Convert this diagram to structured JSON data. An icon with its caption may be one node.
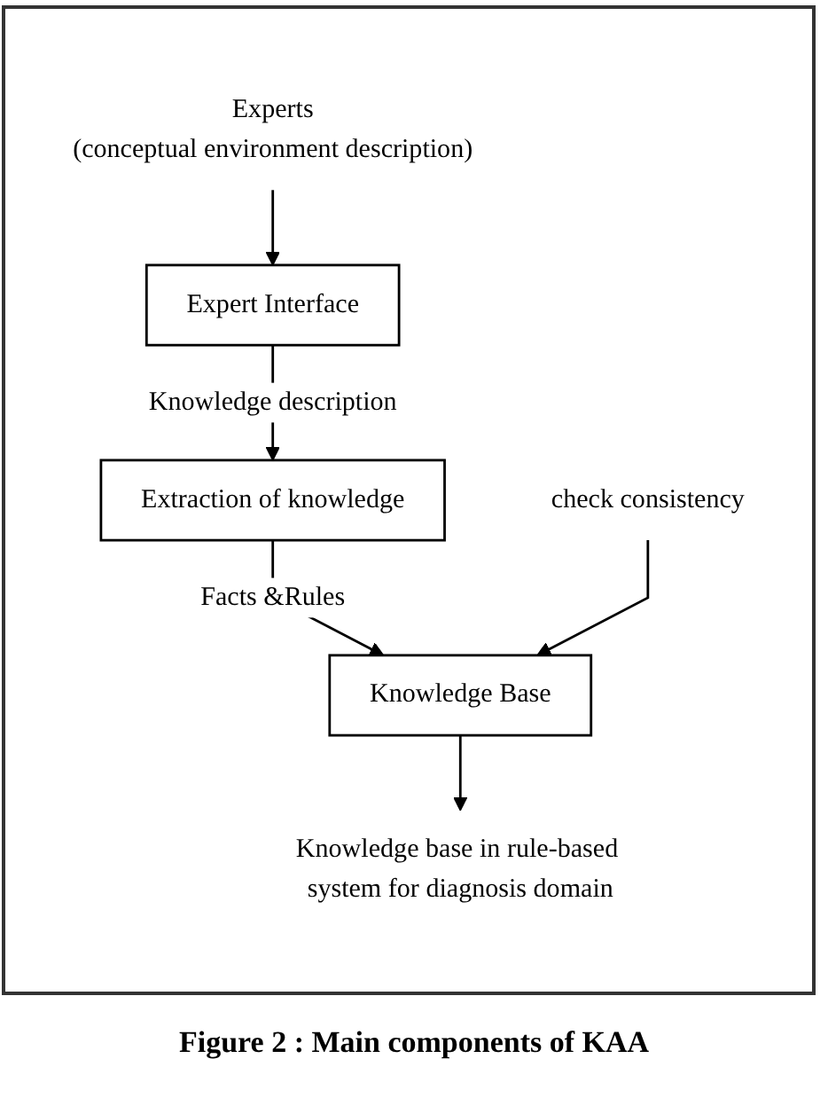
{
  "diagram": {
    "caption": "Figure 2 : Main components of KAA",
    "nodes": [
      {
        "text": [
          "Experts",
          "(conceptual environment description)"
        ]
      },
      {
        "text": [
          "Expert Interface"
        ]
      },
      {
        "text": [
          "Extraction of knowledge"
        ]
      },
      {
        "text": [
          "check consistency"
        ]
      },
      {
        "text": [
          "Knowledge Base"
        ]
      },
      {
        "text": [
          "Knowledge base in rule-based system for diagnosis domain"
        ]
      }
    ],
    "edges": [
      {
        "from": 0,
        "to": 1,
        "arrow": "to"
      },
      {
        "from": 1,
        "to": 2,
        "arrow": "to",
        "label": "Knowledge description"
      },
      {
        "from": 2,
        "to": 4,
        "arrow": "to",
        "label": "Facts &Rules"
      },
      {
        "from": 3,
        "to": 4,
        "arrow": "to"
      },
      {
        "from": 4,
        "to": 5,
        "arrow": "to"
      }
    ]
  }
}
